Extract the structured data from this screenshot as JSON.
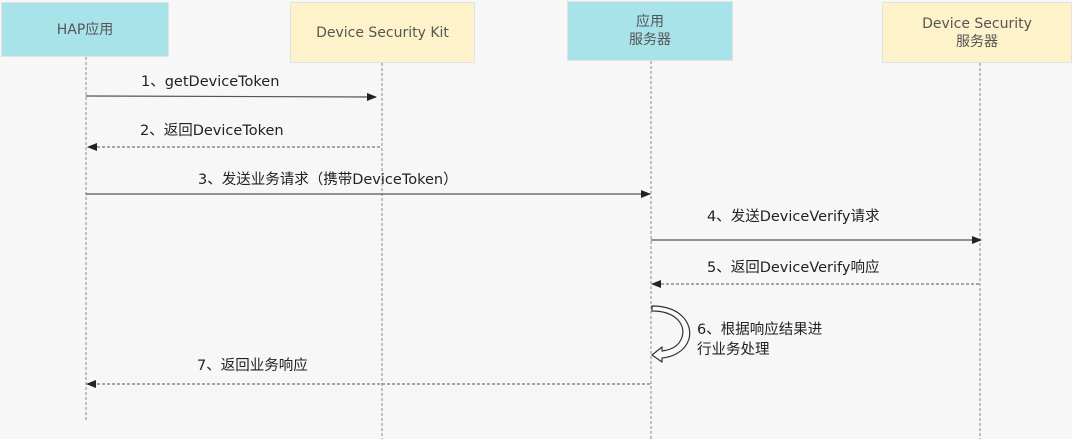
{
  "participants": [
    {
      "id": "hap",
      "lines": [
        "HAP应用"
      ],
      "color": "#a9e3ea"
    },
    {
      "id": "dsk",
      "lines": [
        "Device Security Kit"
      ],
      "color": "#fdf2c9"
    },
    {
      "id": "appserver",
      "lines": [
        "应用",
        "服务器"
      ],
      "color": "#a9e3ea"
    },
    {
      "id": "dsserver",
      "lines": [
        "Device Security",
        "服务器"
      ],
      "color": "#fdf2c9"
    }
  ],
  "messages": [
    {
      "step": 1,
      "label": "1、getDeviceToken",
      "from": "hap",
      "to": "dsk",
      "style": "solid"
    },
    {
      "step": 2,
      "label": "2、返回DeviceToken",
      "from": "dsk",
      "to": "hap",
      "style": "dashed"
    },
    {
      "step": 3,
      "label": "3、发送业务请求（携带DeviceToken）",
      "from": "hap",
      "to": "appserver",
      "style": "solid"
    },
    {
      "step": 4,
      "label": "4、发送DeviceVerify请求",
      "from": "appserver",
      "to": "dsserver",
      "style": "solid"
    },
    {
      "step": 5,
      "label": "5、返回DeviceVerify响应",
      "from": "dsserver",
      "to": "appserver",
      "style": "dashed"
    },
    {
      "step": 7,
      "label": "7、返回业务响应",
      "from": "appserver",
      "to": "hap",
      "style": "dashed"
    }
  ],
  "self_note": {
    "step": 6,
    "participant": "appserver",
    "lines": [
      "6、根据响应结果进",
      "行业务处理"
    ]
  },
  "colors": {
    "background": "#f7f7f7",
    "lifeline": "#888888",
    "arrow": "#333333",
    "text": "#222222"
  }
}
